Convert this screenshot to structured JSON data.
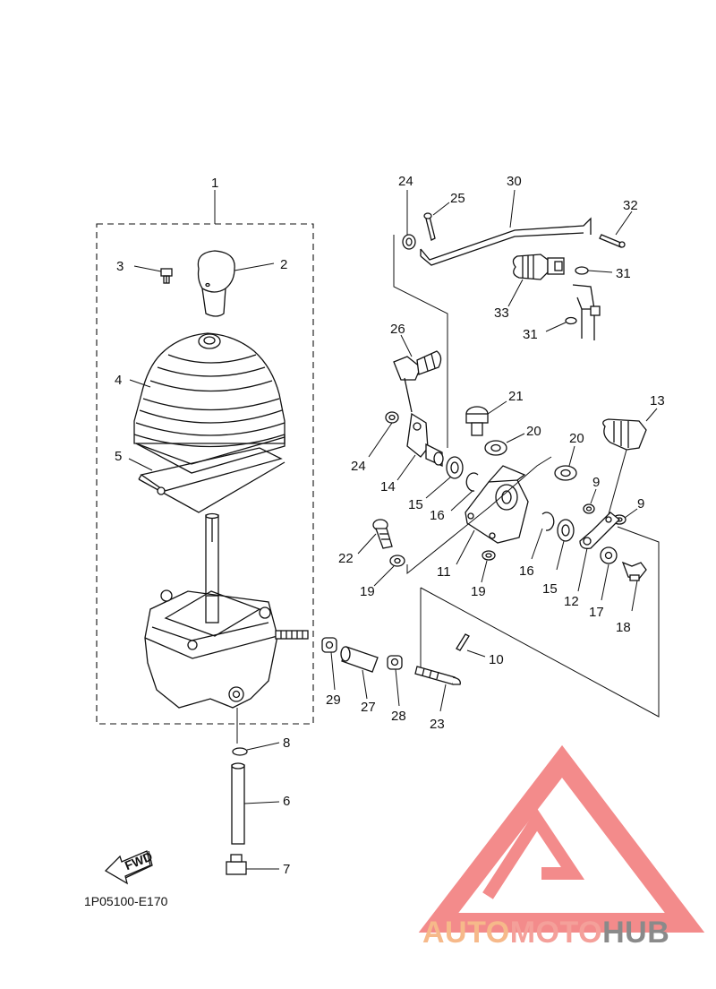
{
  "diagram_code": "1P05100-E170",
  "fwd_label": "FWD",
  "watermark": {
    "part1": "AUTO",
    "part2": "MOTO",
    "part3": "HUB",
    "colors": {
      "part1": "#f6b98a",
      "part2": "#f4a09a",
      "part3": "#8a8a8a",
      "logo": "#f38b8b"
    }
  },
  "callouts": {
    "n1": "1",
    "n2": "2",
    "n3": "3",
    "n4": "4",
    "n5": "5",
    "n6": "6",
    "n7": "7",
    "n8": "8",
    "n9a": "9",
    "n9b": "9",
    "n10": "10",
    "n11": "11",
    "n12": "12",
    "n13": "13",
    "n14": "14",
    "n15a": "15",
    "n15b": "15",
    "n16a": "16",
    "n16b": "16",
    "n17": "17",
    "n18": "18",
    "n19a": "19",
    "n19b": "19",
    "n20a": "20",
    "n20b": "20",
    "n21": "21",
    "n22": "22",
    "n23": "23",
    "n24a": "24",
    "n24b": "24",
    "n25": "25",
    "n26": "26",
    "n27": "27",
    "n28": "28",
    "n29": "29",
    "n30": "30",
    "n31a": "31",
    "n31b": "31",
    "n32": "32",
    "n33": "33"
  }
}
